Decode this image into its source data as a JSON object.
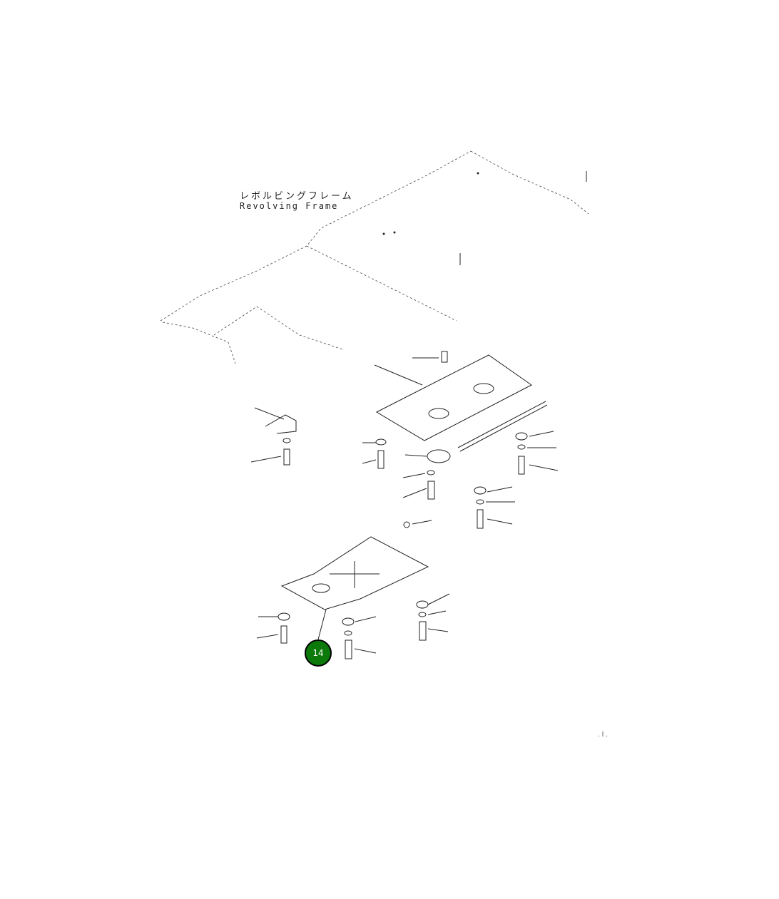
{
  "frame_label_jp": "レボルビングフレーム",
  "frame_label_en": "Revolving Frame",
  "callout": {
    "number": "14",
    "color": "#0b7a0b"
  },
  "page_mark": ". l ."
}
